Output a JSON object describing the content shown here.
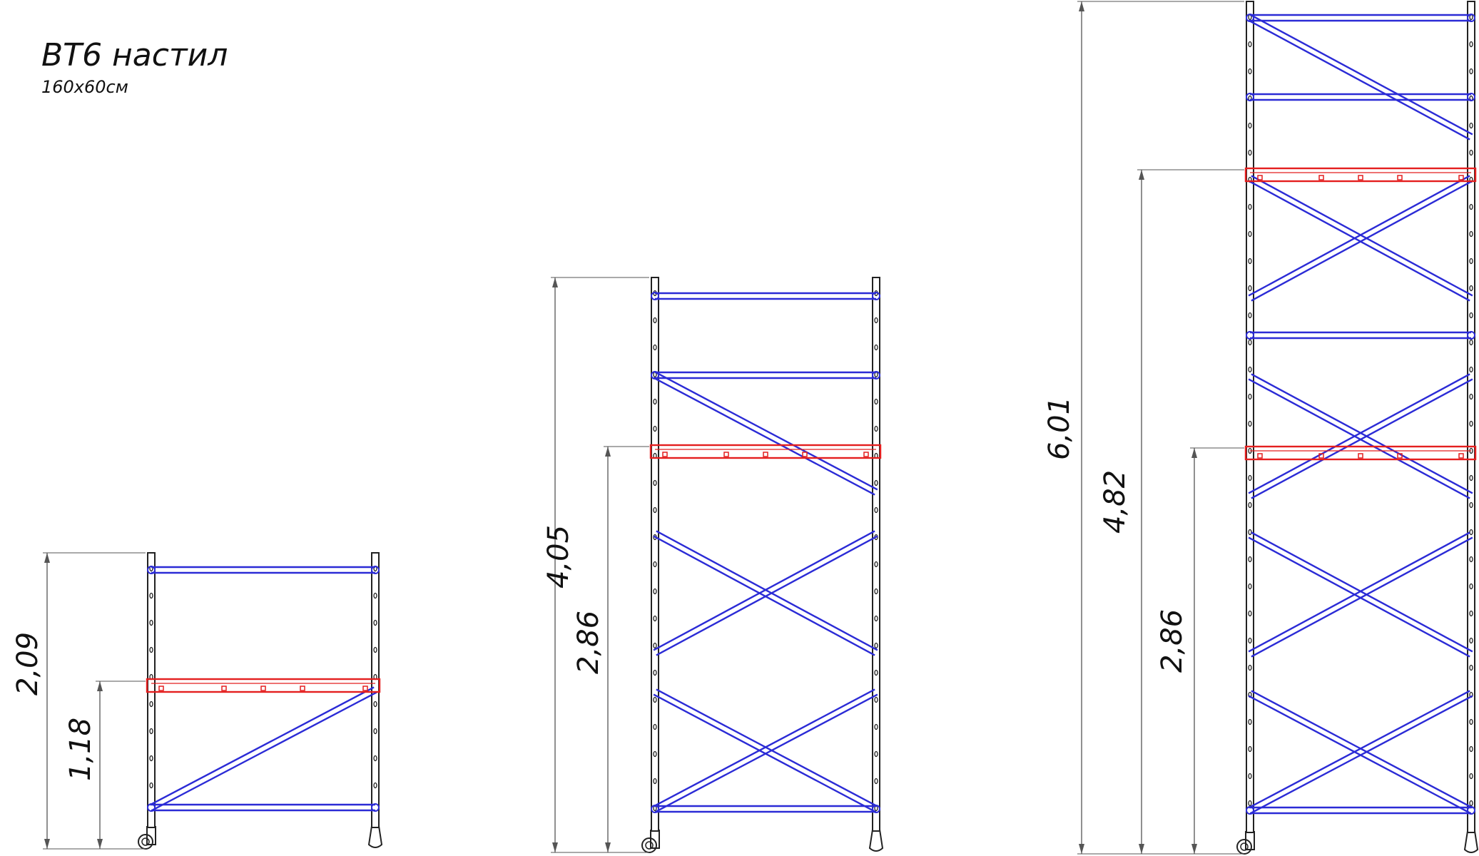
{
  "title": "ВТ6 настил",
  "subtitle": "160х60см",
  "colors": {
    "frame": "#2b2bd6",
    "deck": "#e41f1f",
    "post": "#222222",
    "dim_line": "#555555"
  },
  "towers": [
    {
      "id": "tower-1",
      "total_height_label": "2,09",
      "deck_height_labels": [
        "1,18"
      ]
    },
    {
      "id": "tower-2",
      "total_height_label": "4,05",
      "deck_height_labels": [
        "2,86"
      ]
    },
    {
      "id": "tower-3",
      "total_height_label": "6,01",
      "deck_height_labels": [
        "4,82",
        "2,86"
      ]
    }
  ]
}
